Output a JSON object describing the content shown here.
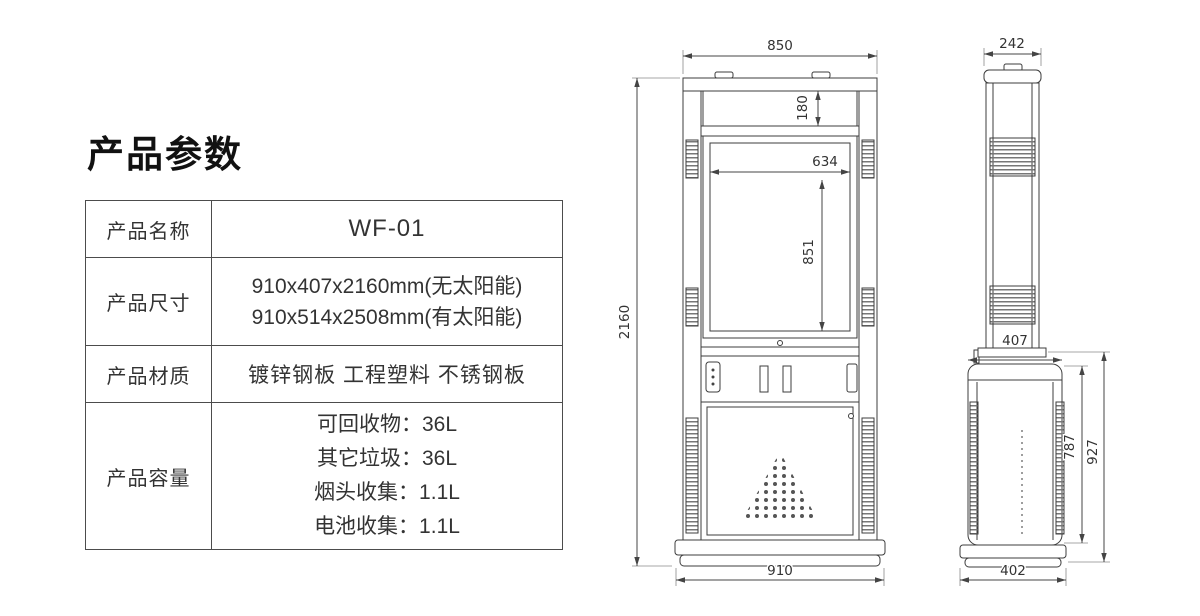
{
  "page_title": "产品参数",
  "spec_table": {
    "rows": [
      {
        "label": "产品名称",
        "values": [
          "WF-01"
        ]
      },
      {
        "label": "产品尺寸",
        "values": [
          "910x407x2160mm(无太阳能)",
          "910x514x2508mm(有太阳能)"
        ]
      },
      {
        "label": "产品材质",
        "values": [
          "镀锌钢板 工程塑料 不锈钢板"
        ]
      },
      {
        "label": "产品容量",
        "values": [
          "可回收物：36L",
          "其它垃圾：36L",
          "烟头收集：1.1L",
          "电池收集：1.1L"
        ]
      }
    ]
  },
  "front_view": {
    "dim_top_width": "850",
    "dim_header_height": "180",
    "dim_screen_width": "634",
    "dim_screen_height": "851",
    "dim_total_height": "2160",
    "dim_base_width": "910"
  },
  "side_view": {
    "dim_top_width": "242",
    "dim_depth": "407",
    "dim_bin_height": "787",
    "dim_lower_height": "927",
    "dim_base_width": "402"
  },
  "colors": {
    "drawing_line": "#3c3c3c",
    "dimension_line": "#444444",
    "text": "#333333"
  }
}
